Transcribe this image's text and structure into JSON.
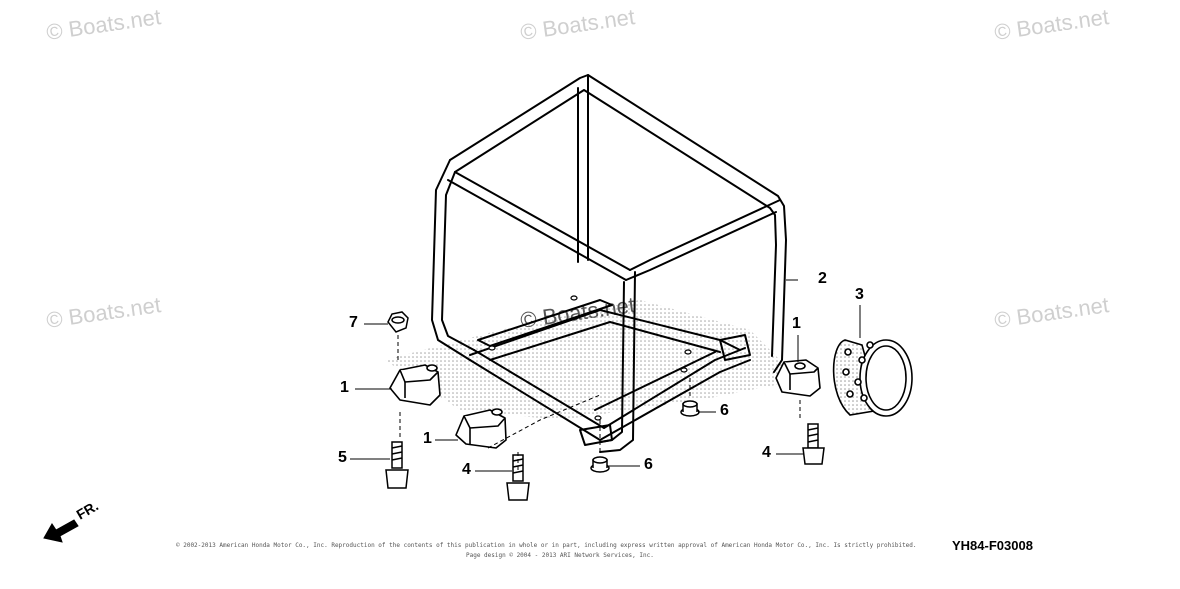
{
  "watermark": "© Boats.net",
  "callouts": {
    "c1a": "1",
    "c1b": "1",
    "c1c": "1",
    "c2": "2",
    "c3": "3",
    "c4a": "4",
    "c4b": "4",
    "c5": "5",
    "c6a": "6",
    "c6b": "6",
    "c7": "7"
  },
  "direction_label": "FR.",
  "diagram_code": "YH84-F03008",
  "footer": {
    "line1": "© 2002-2013 American Honda Motor Co., Inc. Reproduction of the contents of this publication in whole or in part, including express written approval of American Honda Motor Co., Inc. Is strictly prohibited.",
    "line2": "Page design © 2004 - 2013 ARI Network Services, Inc."
  }
}
